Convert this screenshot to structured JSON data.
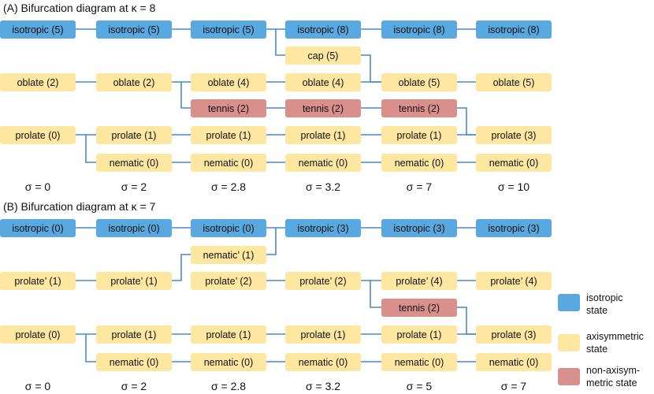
{
  "panelA": {
    "title": "(A) Bifurcation diagram at κ = 8",
    "iso": [
      "isotropic (5)",
      "isotropic (5)",
      "isotropic (5)",
      "isotropic (8)",
      "isotropic (8)",
      "isotropic (8)"
    ],
    "cap": "cap (5)",
    "oblate": [
      "oblate (2)",
      "oblate (2)",
      "oblate (4)",
      "oblate (4)",
      "oblate (5)",
      "oblate (5)"
    ],
    "tennis": [
      "tennis (2)",
      "tennis (2)",
      "tennis (2)"
    ],
    "prolate": [
      "prolate (0)",
      "prolate (1)",
      "prolate (1)",
      "prolate (1)",
      "prolate (1)",
      "prolate (3)"
    ],
    "nematic": [
      "nematic (0)",
      "nematic (0)",
      "nematic (0)",
      "nematic (0)",
      "nematic (0)"
    ],
    "sigmas": [
      "σ = 0",
      "σ = 2",
      "σ = 2.8",
      "σ = 3.2",
      "σ = 7",
      "σ = 10"
    ]
  },
  "panelB": {
    "title": "(B) Bifurcation diagram at κ = 7",
    "iso": [
      "isotropic (0)",
      "isotropic (0)",
      "isotropic (0)",
      "isotropic (3)",
      "isotropic (3)",
      "isotropic (3)"
    ],
    "nematic_prime": "nematic’ (1)",
    "prolate_prime": [
      "prolate’ (1)",
      "prolate’ (1)",
      "prolate’ (2)",
      "prolate’ (2)",
      "prolate’ (4)",
      "prolate’ (4)"
    ],
    "tennis": "tennis (2)",
    "prolate": [
      "prolate (0)",
      "prolate (1)",
      "prolate (1)",
      "prolate (1)",
      "prolate (1)",
      "prolate (3)"
    ],
    "nematic": [
      "nematic (0)",
      "nematic (0)",
      "nematic (0)",
      "nematic (0)",
      "nematic (0)"
    ],
    "sigmas": [
      "σ = 0",
      "σ = 2",
      "σ = 2.8",
      "σ = 3.2",
      "σ = 5",
      "σ = 7"
    ]
  },
  "legend": {
    "isotropic": [
      "isotropic",
      "state"
    ],
    "axisymmetric": [
      "axisymmetric",
      "state"
    ],
    "nonaxisymmetric": [
      "non-axisym-",
      "metric state"
    ]
  },
  "colors": {
    "isotropic": "#5aa8e0",
    "axisymmetric": "#fde7a1",
    "non_axisymmetric": "#d9908c",
    "connector": "#4a88c8"
  }
}
